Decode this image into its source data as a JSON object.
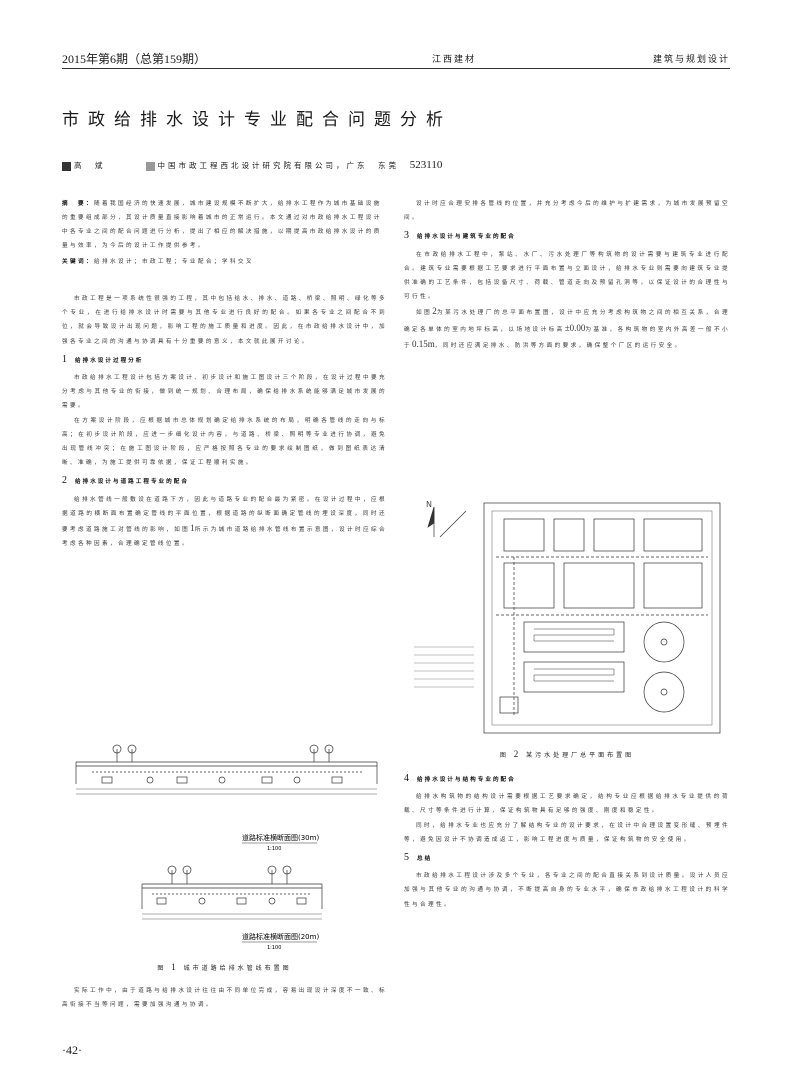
{
  "header": {
    "left": "2015年第6期（总第159期）",
    "center": "江西建材",
    "right": "建筑与规划设计"
  },
  "title": "市政给排水设计专业配合问题分析",
  "author": {
    "name": "高　斌",
    "affiliation": "中国市政工程西北设计研究院有限公司，广东　东莞",
    "postcode": "523110"
  },
  "abstract": {
    "label": "摘　要：",
    "text": "随着我国经济的快速发展，城市建设规模不断扩大，给排水工程作为城市基础设施的重要组成部分，其设计质量直接影响着城市的正常运行。本文通过对市政给排水工程设计中各专业之间的配合问题进行分析，提出了相应的解决措施，以期提高市政给排水设计的质量与效率，为今后的设计工作提供参考。",
    "kw_label": "关键词：",
    "keywords": "给排水设计；市政工程；专业配合；学科交叉"
  },
  "body": {
    "intro": "市政工程是一项系统性很强的工程，其中包括给水、排水、道路、桥梁、照明、绿化等多个专业，在进行给排水设计时需要与其他专业进行良好的配合。如果各专业之间配合不到位，就会导致设计出现问题，影响工程的施工质量和进度。因此，在市政给排水设计中，加强各专业之间的沟通与协调具有十分重要的意义，本文就此展开讨论。",
    "s1_num": "1",
    "s1_title": "给排水设计过程分析",
    "s1_p1": "市政给排水工程设计包括方案设计、初步设计和施工图设计三个阶段，在设计过程中要充分考虑与其他专业的衔接，做到统一规划、合理布局，确保给排水系统能够满足城市发展的需要。",
    "s1_p2": "在方案设计阶段，应根据城市总体规划确定给排水系统的布局，明确各管线的走向与标高；在初步设计阶段，应进一步细化设计内容，与道路、桥梁、照明等专业进行协调，避免出现管线冲突；在施工图设计阶段，应严格按照各专业的要求绘制图纸，做到图纸表达清晰、准确，为施工提供可靠依据，保证工程顺利实施。",
    "s2_num": "2",
    "s2_title": "给排水设计与道路工程专业的配合",
    "s2_p1": "给排水管线一般敷设在道路下方，因此与道路专业的配合最为紧密。在设计过程中，应根据道路的横断面布置确定管线的平面位置，根据道路的纵断面确定管线的埋设深度，同时还要考虑道路施工对管线的影响，如图",
    "s2_fig_ref": "1",
    "s2_p1_tail": "所示为城市道路给排水管线布置示意图，设计时应综合考虑各种因素，合理确定管线位置。",
    "s2_p2": "实际工作中，由于道路与给排水设计往往由不同单位完成，容易出现设计深度不一致、标高衔接不当等问题，需要加强沟通与协调。",
    "s2_cont": "设计时应合理安排各管线的位置，并充分考虑今后的维护与扩建需求，为城市发展预留空间。",
    "s3_num": "3",
    "s3_title": "给排水设计与建筑专业的配合",
    "s3_p1": "在市政给排水工程中，泵站、水厂、污水处理厂等构筑物的设计需要与建筑专业进行配合。建筑专业需要根据工艺要求进行平面布置与立面设计，给排水专业则需要向建筑专业提供准确的工艺条件，包括设备尺寸、荷载、管道走向及预留孔洞等，以保证设计的合理性与可行性。",
    "s3_p2a": "如图",
    "s3_fig_ref": "2",
    "s3_p2b": "为某污水处理厂的总平面布置图，设计中应充分考虑构筑物之间的相互关系，合理确定各单体的室内地坪标高，以场地设计标高",
    "s3_elev": "±0.00",
    "s3_p2c": "为基准，各构筑物的室内外高差一般不小于",
    "s3_gap": "0.15m",
    "s3_p2d": "，同时还应满足排水、防洪等方面的要求，确保整个厂区的运行安全。",
    "fig1_caption_num": "1",
    "fig1_caption": "城市道路给排水管线布置图",
    "fig1_label_a": "道路标准横断面图(30m)",
    "fig1_label_b": "道路标准横断面图(20m)",
    "fig1_scale": "1:100",
    "fig2_caption_num": "2",
    "fig2_caption": "某污水处理厂总平面布置图",
    "s4_num": "4",
    "s4_title": "给排水设计与结构专业的配合",
    "s4_p1": "给排水构筑物的结构设计需要根据工艺要求确定，结构专业应根据给排水专业提供的荷载、尺寸等条件进行计算，保证构筑物具有足够的强度、刚度和稳定性。",
    "s4_p2": "同时，给排水专业也应充分了解结构专业的设计要求，在设计中合理设置变形缝、预埋件等，避免因设计不协调造成返工，影响工程进度与质量，保证构筑物的安全使用。",
    "s5_num": "5",
    "s5_title": "总结",
    "s5_p1": "市政给排水工程设计涉及多个专业，各专业之间的配合直接关系到设计质量。设计人员应加强与其他专业的沟通与协调，不断提高自身的专业水平，确保市政给排水工程设计的科学性与合理性。"
  },
  "page_number": "·42·"
}
